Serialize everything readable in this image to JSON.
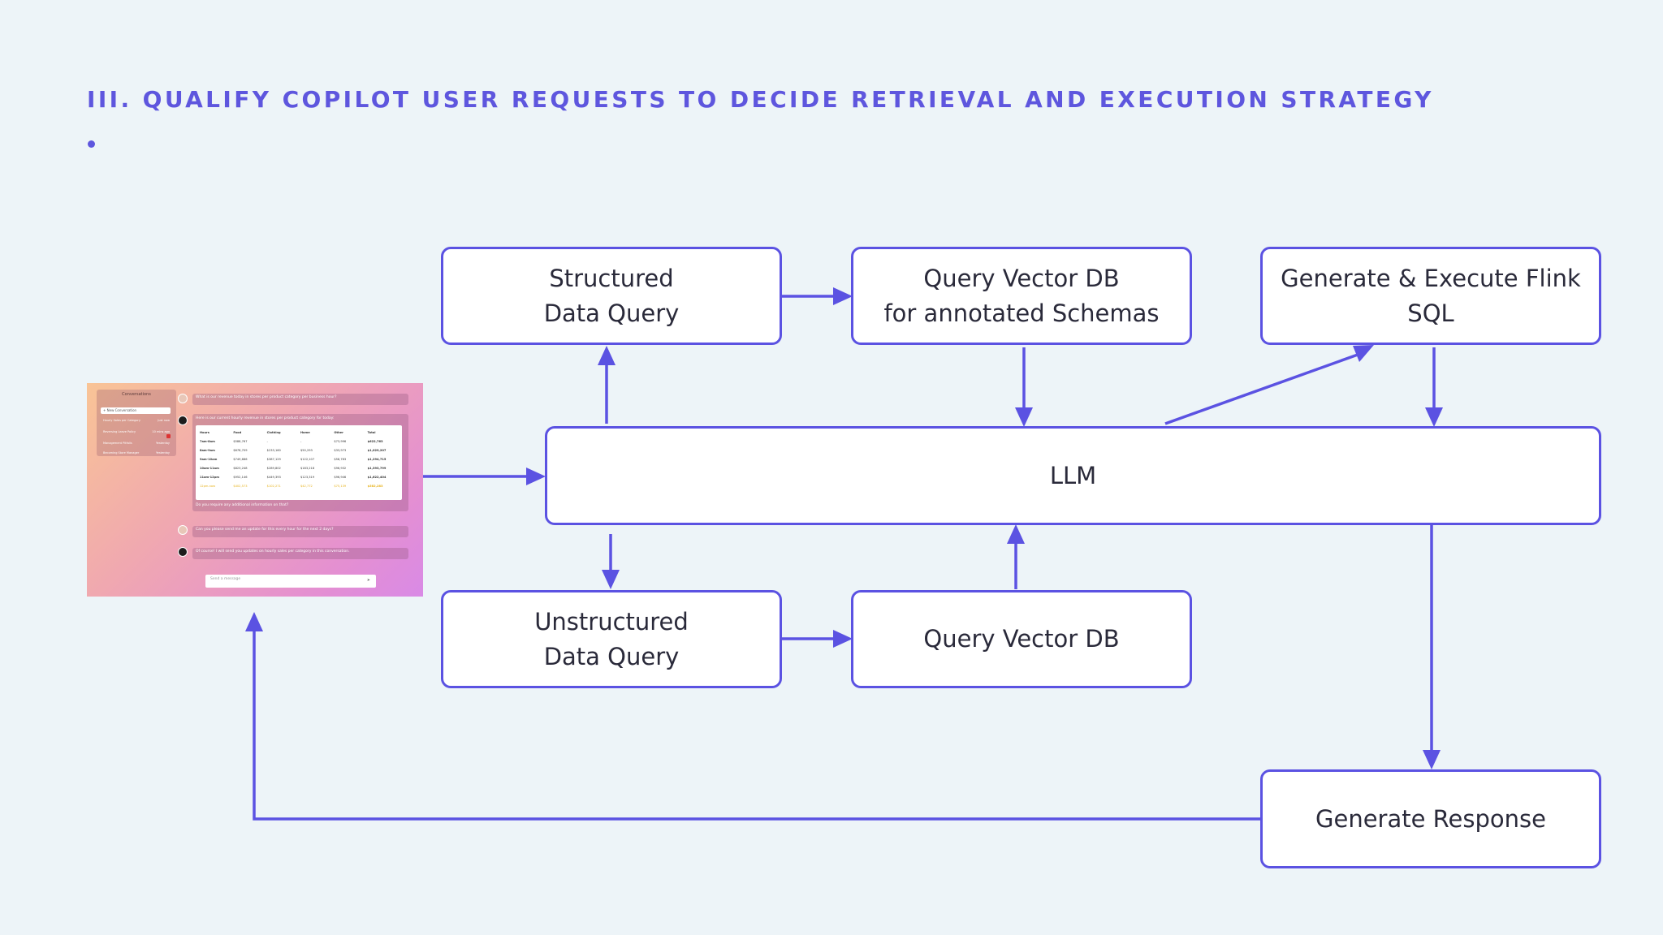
{
  "title": "III. QUALIFY COPILOT USER REQUESTS TO DECIDE RETRIEVAL AND EXECUTION STRATEGY",
  "colors": {
    "accent": "#5b52e2",
    "background": "#edf4f8",
    "box_fill": "#ffffff",
    "text": "#2a2a3a"
  },
  "nodes": {
    "structured": {
      "line1": "Structured",
      "line2": "Data Query"
    },
    "query_vector_schemas": {
      "line1": "Query Vector DB",
      "line2": "for annotated Schemas"
    },
    "flink": {
      "line1": "Generate & Execute Flink",
      "line2": "SQL"
    },
    "llm": {
      "label": "LLM"
    },
    "unstructured": {
      "line1": "Unstructured",
      "line2": "Data Query"
    },
    "query_vector": {
      "label": "Query Vector DB"
    },
    "response": {
      "label": "Generate Response"
    }
  },
  "edges": [
    [
      "copilot_ui",
      "llm"
    ],
    [
      "llm",
      "structured"
    ],
    [
      "structured",
      "query_vector_schemas"
    ],
    [
      "query_vector_schemas",
      "llm"
    ],
    [
      "llm",
      "flink"
    ],
    [
      "flink",
      "llm"
    ],
    [
      "llm",
      "unstructured"
    ],
    [
      "unstructured",
      "query_vector"
    ],
    [
      "query_vector",
      "llm"
    ],
    [
      "llm",
      "response"
    ],
    [
      "response",
      "copilot_ui"
    ]
  ],
  "copilot_ui": {
    "sidebar_title": "Conversations",
    "new_conversation": "+ New Conversation",
    "conversations": [
      {
        "title": "Hourly Sales per Category",
        "time": "Just now"
      },
      {
        "title": "Reversing Leave Policy",
        "time": "10 mins ago"
      },
      {
        "title": "Management Pitfalls",
        "time": "Yesterday"
      },
      {
        "title": "Becoming Store Manager",
        "time": "Yesterday"
      }
    ],
    "user_msg_1": "What is our revenue today in stores per product category per business hour?",
    "bot_intro": "Here is our current hourly revenue in stores per product category for today:",
    "table": {
      "headers": [
        "Hours",
        "Food",
        "Clothing",
        "Home",
        "Other",
        "Total"
      ],
      "rows": [
        [
          "7am-8am",
          "$588,767",
          "-",
          "-",
          "$73,996",
          "$622,763"
        ],
        [
          "8am-9am",
          "$678,709",
          "$233,160",
          "$50,293",
          "$33,973",
          "$1,029,207"
        ],
        [
          "9am-10am",
          "$749,686",
          "$387,129",
          "$122,107",
          "$58,783",
          "$1,294,715"
        ],
        [
          "10am-11am",
          "$823,248",
          "$289,802",
          "$183,218",
          "$96,932",
          "$1,393,799"
        ],
        [
          "11am-12pm",
          "$952,146",
          "$449,393",
          "$123,319",
          "$96,946",
          "$1,622,404"
        ],
        [
          "12pm-now",
          "$402,573",
          "$102,271",
          "$42,772",
          "$75,139",
          "$582,283"
        ]
      ]
    },
    "bot_followup": "Do you require any additional information on that?",
    "user_msg_2": "Can you please send me an update for this every hour for the next 2 days?",
    "bot_reply_2": "Of course! I will send you updates on hourly sales per category in this conversation.",
    "input_placeholder": "Send a message"
  }
}
